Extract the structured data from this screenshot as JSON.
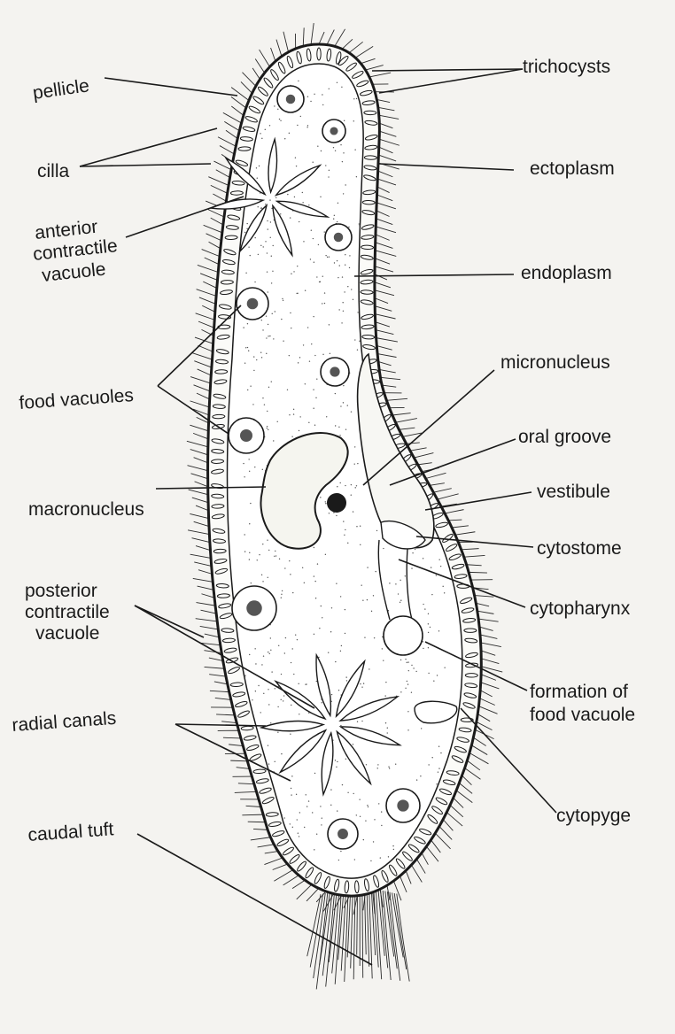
{
  "labels": {
    "pellicle": "pellicle",
    "cilla": "cilla",
    "anterior_cv": [
      "anterior",
      "contractile",
      "vacuole"
    ],
    "food_vacuoles": "food vacuoles",
    "macronucleus": "macronucleus",
    "posterior_cv": [
      "posterior",
      "contractile",
      "vacuole"
    ],
    "radial_canals": "radial canals",
    "caudal_tuft": "caudal tuft",
    "trichocysts": "trichocysts",
    "ectoplasm": "ectoplasm",
    "endoplasm": "endoplasm",
    "micronucleus": "micronucleus",
    "oral_groove": "oral groove",
    "vestibule": "vestibule",
    "cytostome": "cytostome",
    "cytopharynx": "cytopharynx",
    "formation_food_vacuole": [
      "formation of",
      "food vacuole"
    ],
    "cytopyge": "cytopyge"
  },
  "colors": {
    "ink": "#1a1a1a",
    "paper": "#f4f3f0",
    "cell": "#fbfbf8"
  }
}
